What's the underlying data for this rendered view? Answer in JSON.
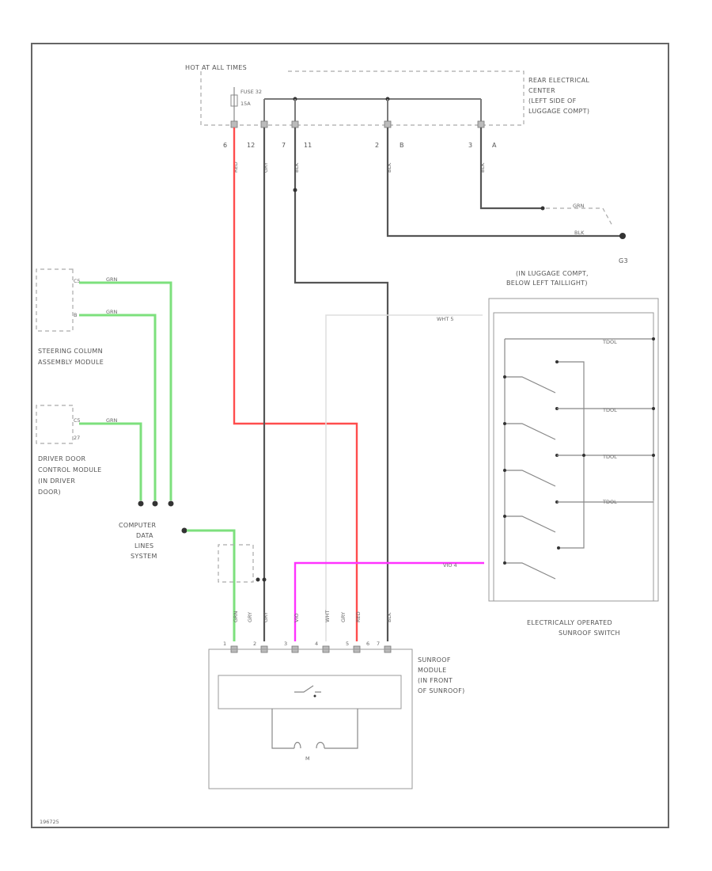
{
  "labels": {
    "hot_at_all_times": "HOT AT ALL TIMES",
    "fuse": "FUSE 32",
    "fuse_amp": "15A",
    "rear_center_1": "REAR ELECTRICAL",
    "rear_center_2": "CENTER",
    "rear_center_3": "(LEFT SIDE OF",
    "rear_center_4": "LUGGAGE COMPT)",
    "g3": "G3",
    "g3_loc_1": "(IN LUGGAGE COMPT,",
    "g3_loc_2": "BELOW LEFT TAILLIGHT)",
    "steering_1": "STEERING COLUMN",
    "steering_2": "ASSEMBLY MODULE",
    "driver_door_1": "DRIVER DOOR",
    "driver_door_2": "CONTROL MODULE",
    "driver_door_3": "(IN DRIVER",
    "driver_door_4": "DOOR)",
    "cdls_1": "COMPUTER",
    "cdls_2": "DATA",
    "cdls_3": "LINES",
    "cdls_4": "SYSTEM",
    "sunroof_switch_1": "ELECTRICALLY OPERATED",
    "sunroof_switch_2": "SUNROOF SWITCH",
    "sunroof_module_1": "SUNROOF",
    "sunroof_module_2": "MODULE",
    "sunroof_module_3": "(IN FRONT",
    "sunroof_module_4": "OF SUNROOF)",
    "motor": "M",
    "footer_code": "196725"
  },
  "pins": {
    "top": [
      "6",
      "12",
      "7",
      "11",
      "2",
      "B",
      "3",
      "A"
    ],
    "wht_pin": "WHT  5",
    "vio_pin": "VIO  4",
    "bottom": [
      "1",
      "2",
      "3",
      "4",
      "5",
      "6",
      "7"
    ],
    "steering_pins": [
      "C5",
      "B"
    ],
    "door_pins": [
      "C5",
      "27"
    ]
  },
  "wire_codes": {
    "top_red": "RED",
    "top_gry": "GRY",
    "top_blk": "BLK",
    "top_blk2": "BLK",
    "top_blk3": "BLK",
    "gnd1": "GRN",
    "gnd2": "BLK",
    "green1": "GRN",
    "green2": "GRN",
    "green3": "GRN",
    "bottom": [
      "GRN",
      "GRY",
      "GRY",
      "VIO",
      "WHT",
      "RED",
      "BLK",
      "GRY"
    ],
    "sw_out": [
      "TDOL",
      "TDOL",
      "TDOL",
      "TDOL"
    ]
  }
}
